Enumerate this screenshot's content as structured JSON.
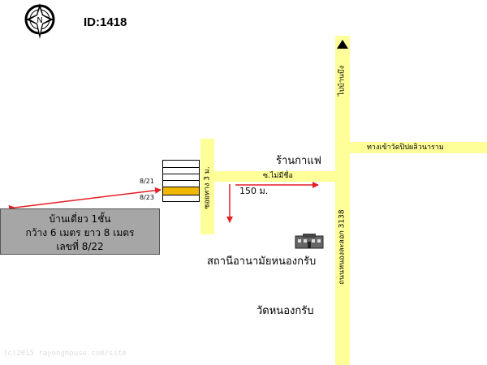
{
  "header": {
    "id_label": "ID:1418"
  },
  "compass": {
    "north_label": "N"
  },
  "roads": {
    "main_road_label": "ถนนหนองละลอก 3138",
    "main_road_direction": "ไปบ้านบึง",
    "soi3_label": "ซอยทาง 3 ม.",
    "temple_road_label": "ทางเข้าวัดปิปผลิวนาราม",
    "soi_no_name_label": "ซ.ไม่มีชื่อ"
  },
  "landmarks": {
    "coffee_shop": "ร้านกาแฟ",
    "health_station": "สถานีอานามัยหนองกรับ",
    "temple": "วัดหนองกรับ"
  },
  "distance_label": "150 ม.",
  "lots": {
    "upper": "8/21",
    "lower": "8/23"
  },
  "property_info": {
    "line1": "บ้านเดี่ยว 1ชั้น",
    "line2": "กว้าง 6 เมตร ยาว 8 เมตร",
    "line3": "เลขที่ 8/22"
  },
  "footer": {
    "copyright": "(c)2015 rayonghouse.com/site"
  },
  "colors": {
    "road": "#ffff99",
    "highlight_lot": "#f0b800",
    "arrow": "#e31e24",
    "info_box": "#a6a6a6"
  }
}
